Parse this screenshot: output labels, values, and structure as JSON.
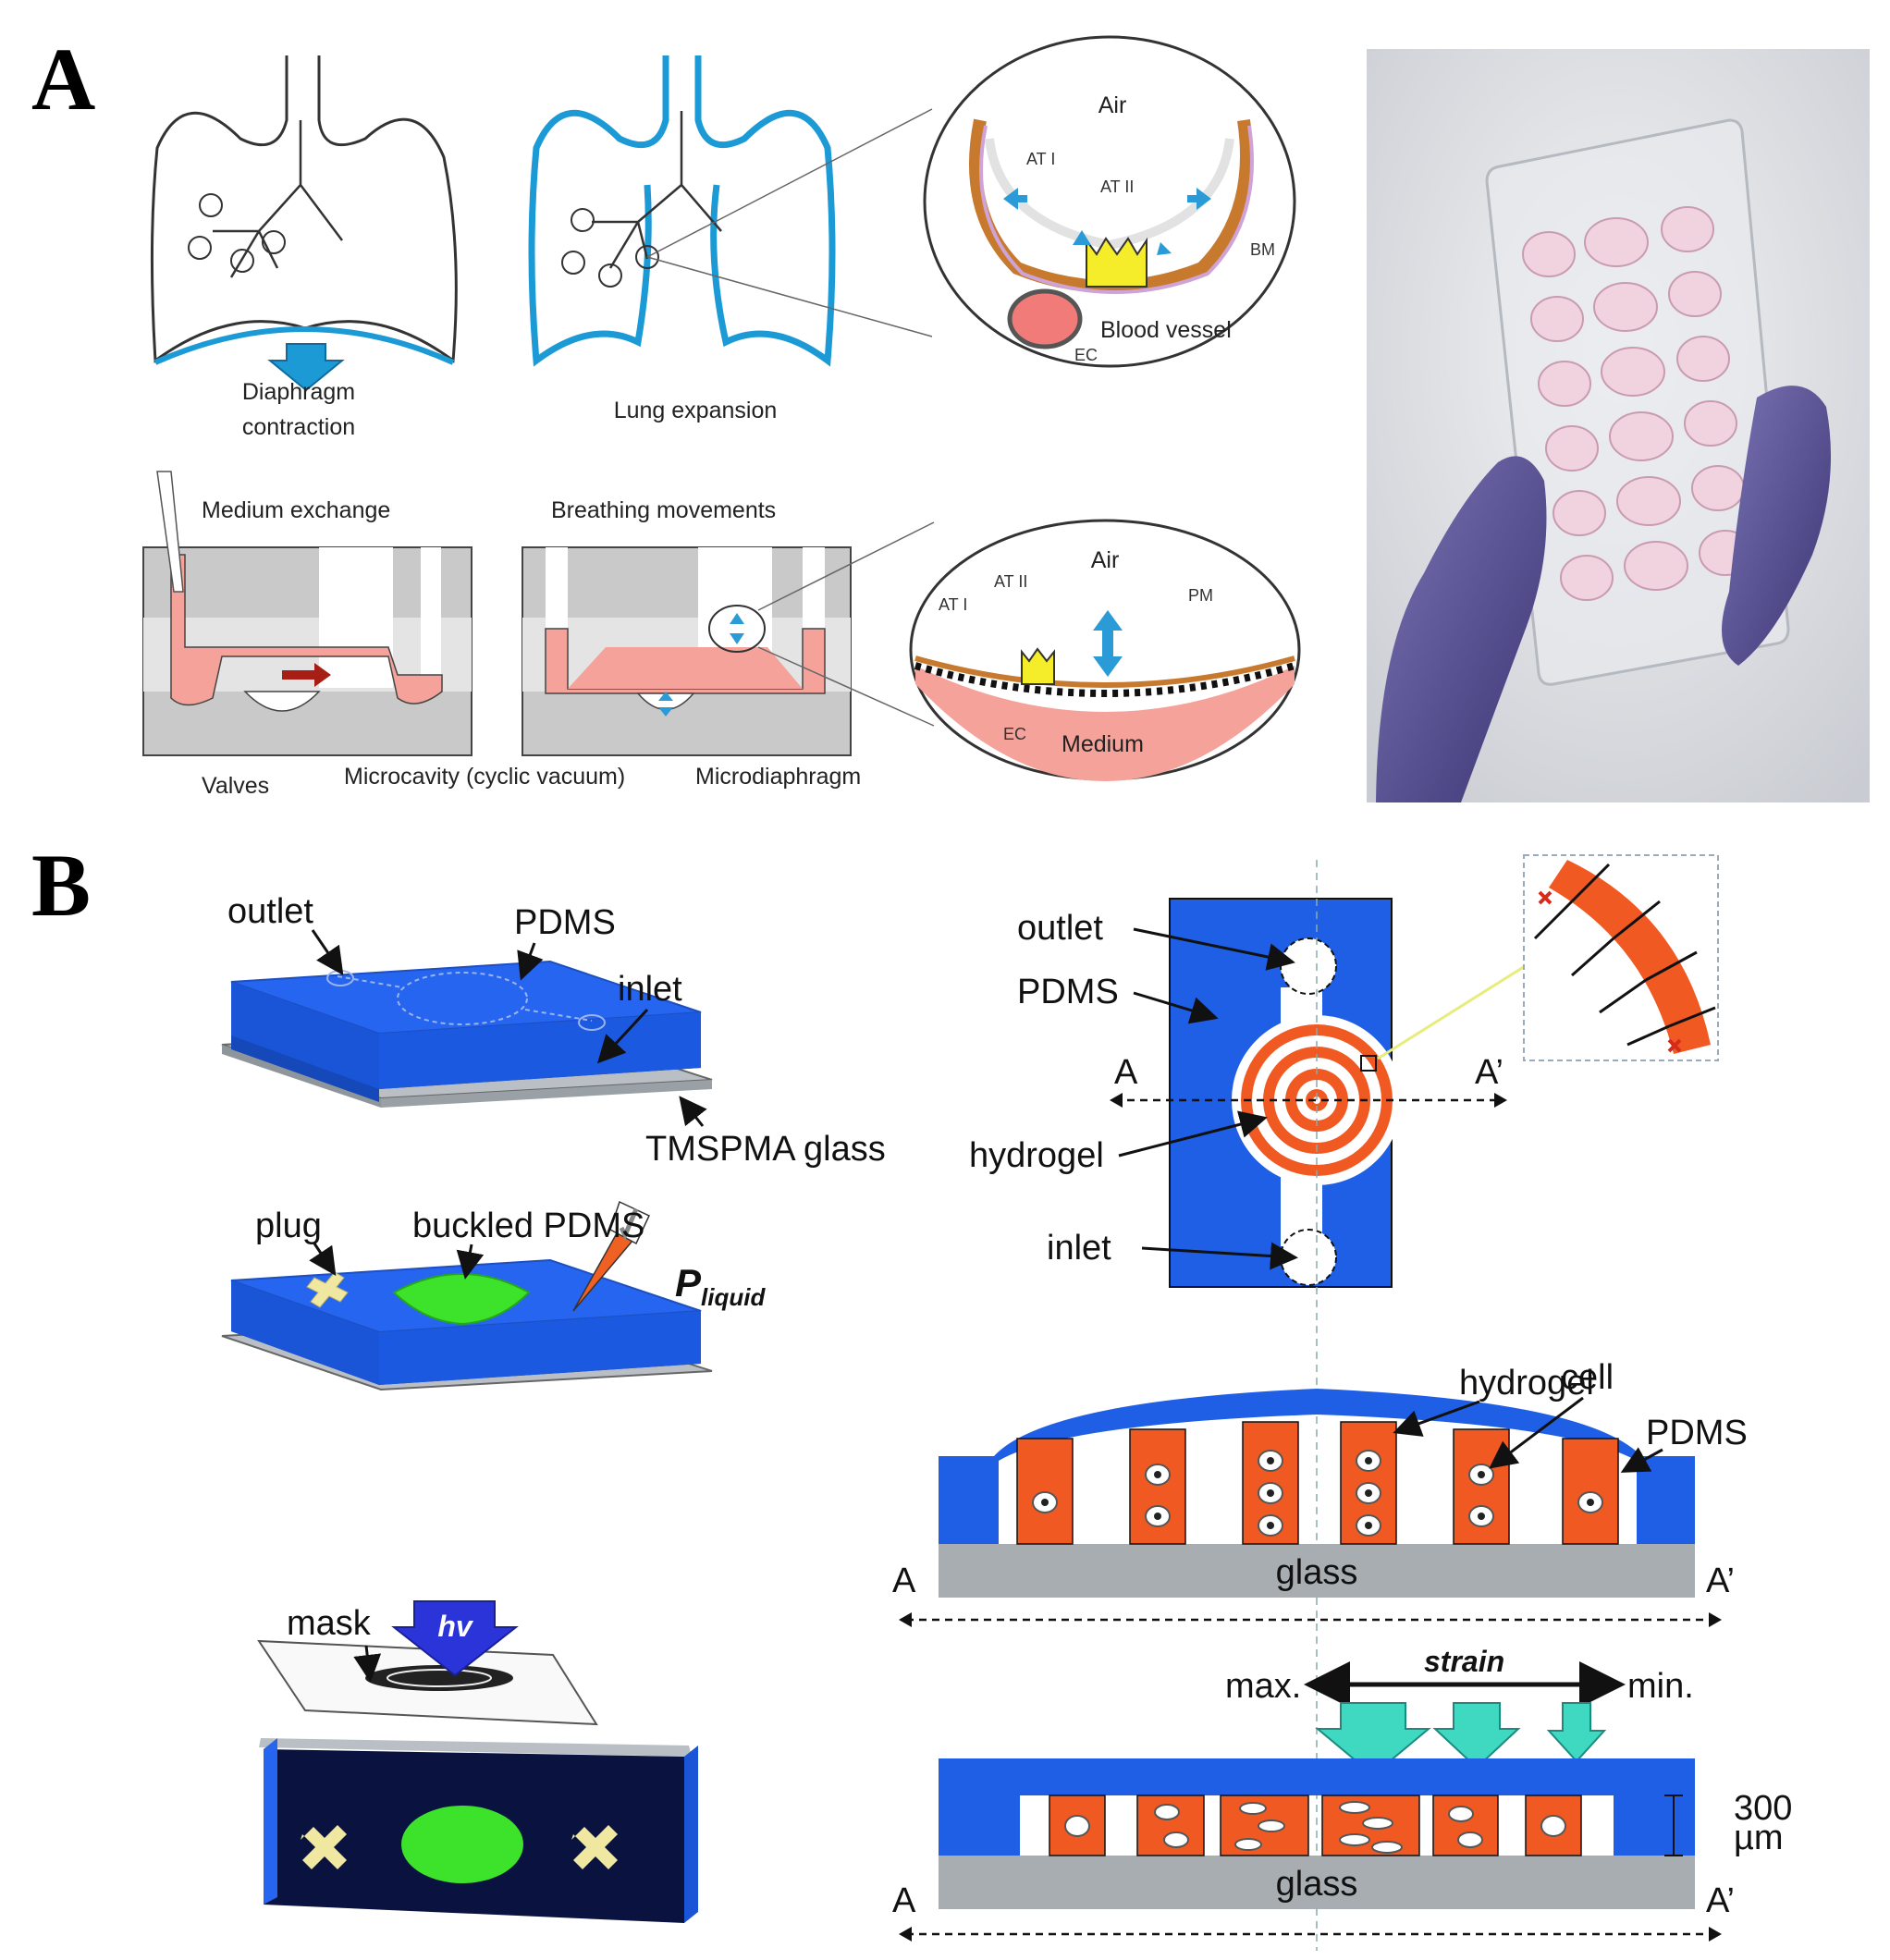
{
  "panels": {
    "a": "A",
    "b": "B"
  },
  "panel_a": {
    "diaphragm_label": [
      "Diaphragm",
      "contraction"
    ],
    "lung_expansion": "Lung expansion",
    "alveolus_top": {
      "air": "Air",
      "at1": "AT I",
      "at2": "AT II",
      "bm": "BM",
      "blood_vessel": "Blood vessel",
      "ec": "EC"
    },
    "medium_exchange": "Medium exchange",
    "breathing_movements": "Breathing movements",
    "alveolus_bottom": {
      "air": "Air",
      "at1": "AT I",
      "at2": "AT II",
      "pm": "PM",
      "ec": "EC",
      "medium": "Medium"
    },
    "valves": "Valves",
    "microcavity": "Microcavity (cyclic vacuum)",
    "microdiaphragm": "Microdiaphragm"
  },
  "panel_b": {
    "outlet": "outlet",
    "pdms": "PDMS",
    "inlet": "inlet",
    "tmspma_glass": "TMSPMA glass",
    "plug": "plug",
    "buckled_pdms": "buckled PDMS",
    "p_liquid_main": "P",
    "p_liquid_sub": "liquid",
    "mask": "mask",
    "hv": "hv",
    "hydrogel": "hydrogel",
    "cell": "cell",
    "glass": "glass",
    "a": "A",
    "a_prime": "A’",
    "max": "max.",
    "strain": "strain",
    "min": "min.",
    "thickness_value": "300",
    "thickness_unit": "µm"
  },
  "colors": {
    "pdms_blue": "#1f5fe6",
    "hydrogel_orange": "#f05a22",
    "glass_gray": "#a7adb0",
    "medium_pink": "#f5a29a",
    "buckled_green": "#3de32a",
    "arrow_teal": "#3fd8c0",
    "lung_blue": "#1b9ad6"
  }
}
